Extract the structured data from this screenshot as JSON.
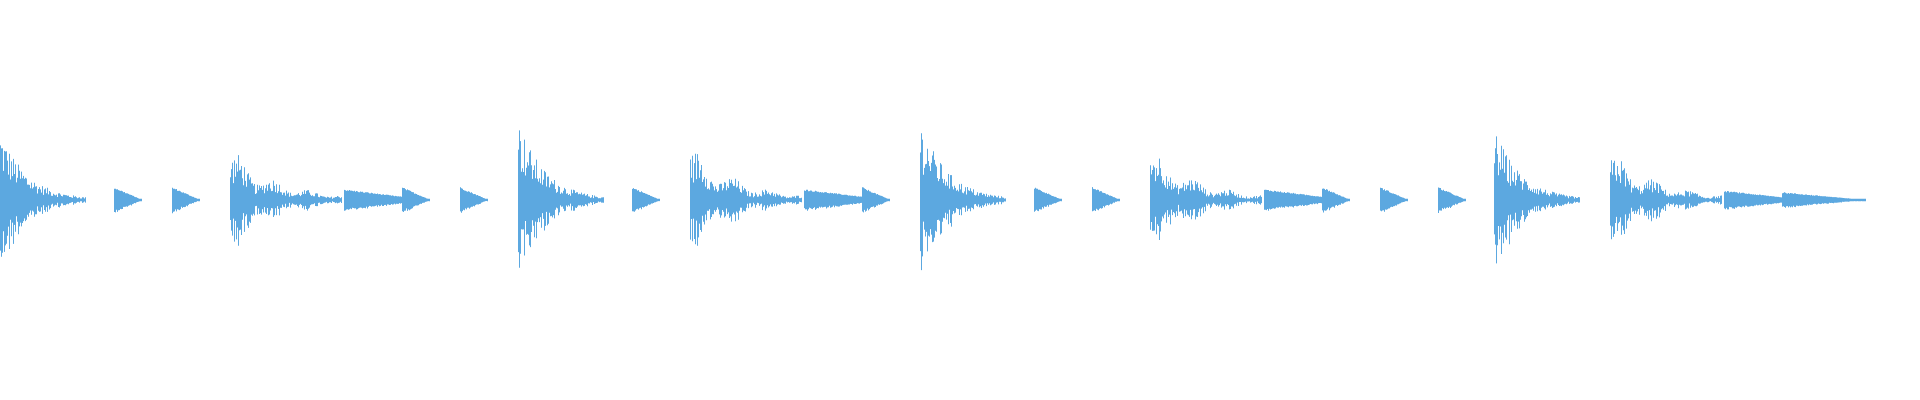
{
  "waveform": {
    "color": "#5ca8e0",
    "background": "#ffffff",
    "hits": [
      {
        "t": 0.0,
        "amp": 0.88,
        "decay": 0.046,
        "kind": "kick"
      },
      {
        "t": 0.061,
        "amp": 0.18,
        "decay": 0.015,
        "kind": "tick"
      },
      {
        "t": 0.092,
        "amp": 0.18,
        "decay": 0.015,
        "kind": "tick"
      },
      {
        "t": 0.123,
        "amp": 0.68,
        "decay": 0.06,
        "kind": "snare"
      },
      {
        "t": 0.184,
        "amp": 0.15,
        "decay": 0.045,
        "kind": "tick"
      },
      {
        "t": 0.215,
        "amp": 0.18,
        "decay": 0.015,
        "kind": "tick"
      },
      {
        "t": 0.246,
        "amp": 0.18,
        "decay": 0.015,
        "kind": "tick"
      },
      {
        "t": 0.277,
        "amp": 1.0,
        "decay": 0.046,
        "kind": "kick"
      },
      {
        "t": 0.338,
        "amp": 0.18,
        "decay": 0.015,
        "kind": "tick"
      },
      {
        "t": 0.369,
        "amp": 0.72,
        "decay": 0.06,
        "kind": "snare"
      },
      {
        "t": 0.43,
        "amp": 0.15,
        "decay": 0.045,
        "kind": "tick"
      },
      {
        "t": 0.461,
        "amp": 0.18,
        "decay": 0.015,
        "kind": "tick"
      },
      {
        "t": 0.492,
        "amp": 1.0,
        "decay": 0.046,
        "kind": "kick"
      },
      {
        "t": 0.553,
        "amp": 0.18,
        "decay": 0.015,
        "kind": "tick"
      },
      {
        "t": 0.584,
        "amp": 0.18,
        "decay": 0.015,
        "kind": "tick"
      },
      {
        "t": 0.615,
        "amp": 0.7,
        "decay": 0.06,
        "kind": "snare"
      },
      {
        "t": 0.676,
        "amp": 0.15,
        "decay": 0.045,
        "kind": "tick"
      },
      {
        "t": 0.707,
        "amp": 0.18,
        "decay": 0.015,
        "kind": "tick"
      },
      {
        "t": 0.738,
        "amp": 0.18,
        "decay": 0.015,
        "kind": "tick"
      },
      {
        "t": 0.769,
        "amp": 0.18,
        "decay": 0.015,
        "kind": "tick"
      },
      {
        "t": 0.799,
        "amp": 0.9,
        "decay": 0.046,
        "kind": "kick"
      },
      {
        "t": 0.861,
        "amp": 0.65,
        "decay": 0.06,
        "kind": "snare"
      },
      {
        "t": 0.922,
        "amp": 0.13,
        "decay": 0.045,
        "kind": "tick"
      },
      {
        "t": 0.953,
        "amp": 0.11,
        "decay": 0.045,
        "kind": "tick"
      }
    ]
  }
}
